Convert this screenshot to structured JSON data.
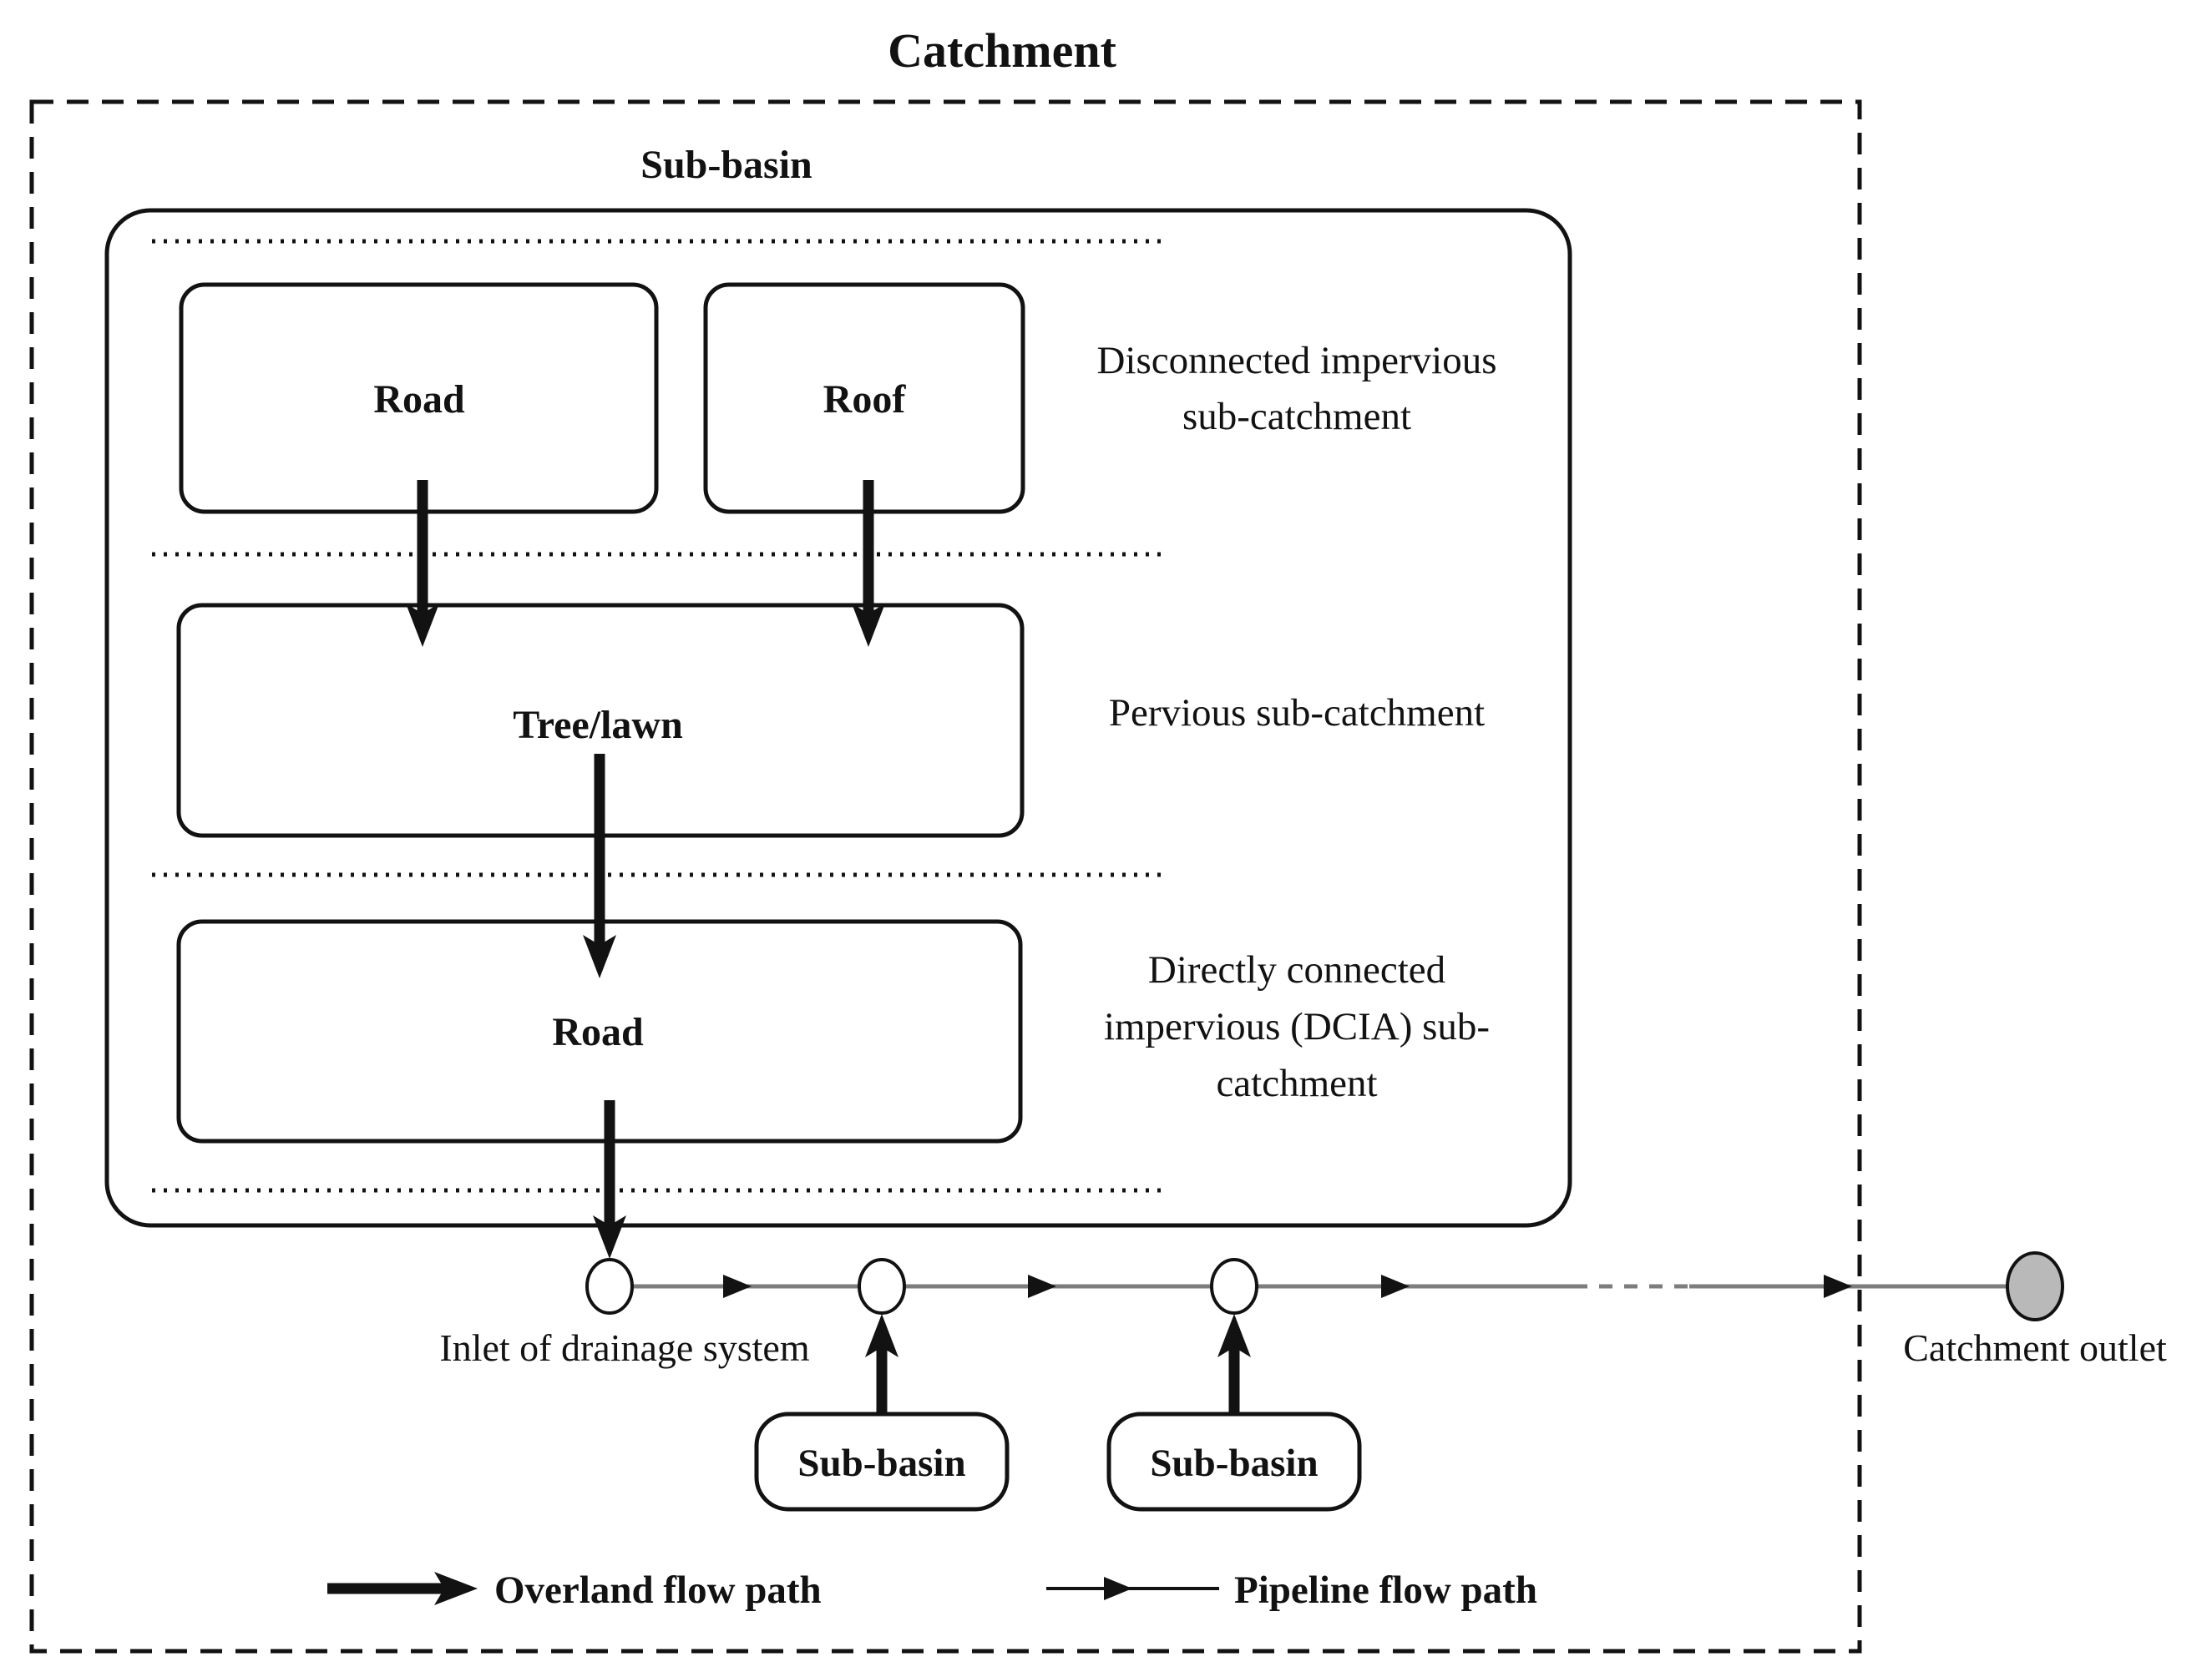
{
  "title": "Catchment",
  "subbasin": {
    "label": "Sub-basin"
  },
  "surfaces": {
    "road_disconnected": {
      "label": "Road"
    },
    "roof": {
      "label": "Roof"
    },
    "tree_lawn": {
      "label": "Tree/lawn"
    },
    "road_dcia": {
      "label": "Road"
    }
  },
  "zones": {
    "disconnected": {
      "lines": [
        "Disconnected impervious",
        "sub-catchment"
      ]
    },
    "pervious": {
      "lines": [
        "Pervious sub-catchment"
      ]
    },
    "dcia": {
      "lines": [
        "Directly connected",
        "impervious (DCIA) sub-",
        "catchment"
      ]
    }
  },
  "drainage": {
    "inlet_label": "Inlet of drainage system",
    "outlet_label": "Catchment outlet",
    "subbasin_nodes": [
      {
        "label": "Sub-basin"
      },
      {
        "label": "Sub-basin"
      }
    ]
  },
  "legend": {
    "overland": {
      "label": "Overland flow path"
    },
    "pipeline": {
      "label": "Pipeline flow path"
    }
  },
  "colors": {
    "ink": "#121212",
    "pipeline_gray": "#7d7d7d",
    "outlet_fill": "#b9b9b9",
    "background": "#ffffff"
  }
}
